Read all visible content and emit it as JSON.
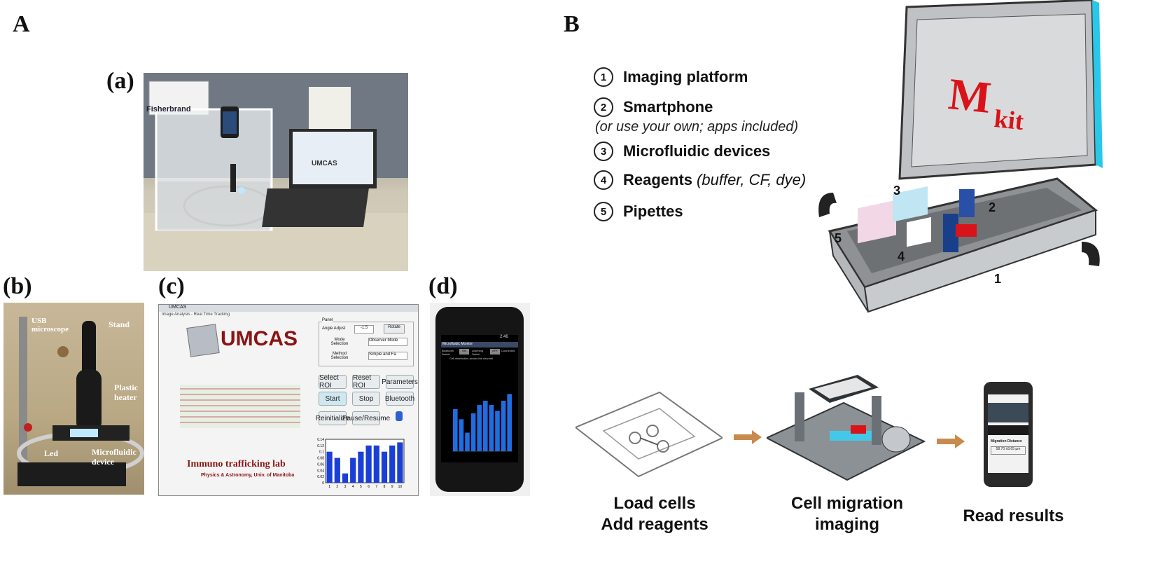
{
  "labels": {
    "A": "A",
    "B": "B",
    "a": "(a)",
    "b": "(b)",
    "c": "(c)",
    "d": "(d)"
  },
  "photo_a": {
    "monitor_title": "UMCAS",
    "box_brand": "Fisherbrand"
  },
  "photo_b": {
    "usb_microscope": "USB microscope",
    "stand": "Stand",
    "plastic_heater": "Plastic heater",
    "led": "Led",
    "microfluidic_device": "Microfluidic device"
  },
  "app_c": {
    "window_title": "UMCAS",
    "menu": "Image Analysis - Real Time Tracking",
    "logo": "UMCAS",
    "panel_label": "Panel",
    "angle_adjust_label": "Angle Adjust",
    "angle_value": "-1.5",
    "rotate": "Rotate",
    "mode_selection_label": "Mode Selection",
    "mode_value": "Observer Mode",
    "method_selection_label": "Method Selection",
    "method_value": "Simple and Fa",
    "buttons": [
      "Select ROI",
      "Reset ROI",
      "Parameters",
      "Start",
      "Stop",
      "Bluetooth",
      "Reinitialize",
      "Pause/Resume"
    ],
    "lab_title": "Immuno trafficking lab",
    "lab_subtitle": "Physics & Astronomy, Univ. of Manitoba",
    "histogram_values": [
      0.1,
      0.08,
      0.03,
      0.08,
      0.1,
      0.12,
      0.12,
      0.1,
      0.12,
      0.13
    ],
    "histogram_ticks": [
      "0.14",
      "0.12",
      "0.1",
      "0.08",
      "0.06",
      "0.04",
      "0.02",
      "0"
    ],
    "histogram_xticks": [
      "1",
      "2",
      "3",
      "4",
      "5",
      "6",
      "7",
      "8",
      "9",
      "10"
    ]
  },
  "phone_d": {
    "time": "2:46",
    "app_title": "Microfluidic Monitor",
    "bluetooth_switch": "Bluetooth Switch",
    "on": "ON",
    "listening_switch": "Listening Switch",
    "off": "OFF",
    "connected": "Connected",
    "chart_title": "Cell distribution across the channel",
    "bars": [
      0.5,
      0.38,
      0.22,
      0.45,
      0.55,
      0.6,
      0.55,
      0.48,
      0.6,
      0.68
    ]
  },
  "legend": [
    {
      "num": "1",
      "text": "Imaging platform",
      "extra": ""
    },
    {
      "num": "2",
      "text": "Smartphone",
      "extra": ""
    },
    {
      "num": "",
      "text": "",
      "extra": "(or use your own; apps included)"
    },
    {
      "num": "3",
      "text": "Microfluidic devices",
      "extra": ""
    },
    {
      "num": "4",
      "text": "Reagents",
      "extra": "(buffer, CF, dye)"
    },
    {
      "num": "5",
      "text": "Pipettes",
      "extra": ""
    }
  ],
  "kit": {
    "logo_m": "M",
    "logo_kit": "kit",
    "callouts": [
      "1",
      "2",
      "3",
      "4",
      "5"
    ]
  },
  "workflow": {
    "step1": [
      "Load cells",
      "Add reagents"
    ],
    "step2": [
      "Cell migration",
      "imaging"
    ],
    "step3": [
      "Read results"
    ],
    "phone_text": "Migration Distance",
    "phone_value": "58.70 ±8.65 µm"
  },
  "colors": {
    "accent_blue": "#1a3fd6",
    "phone_bar": "#1f6ee0",
    "kit_red": "#d8141a",
    "case_cyan": "#29c7e8",
    "arrow": "#c98a4e"
  }
}
